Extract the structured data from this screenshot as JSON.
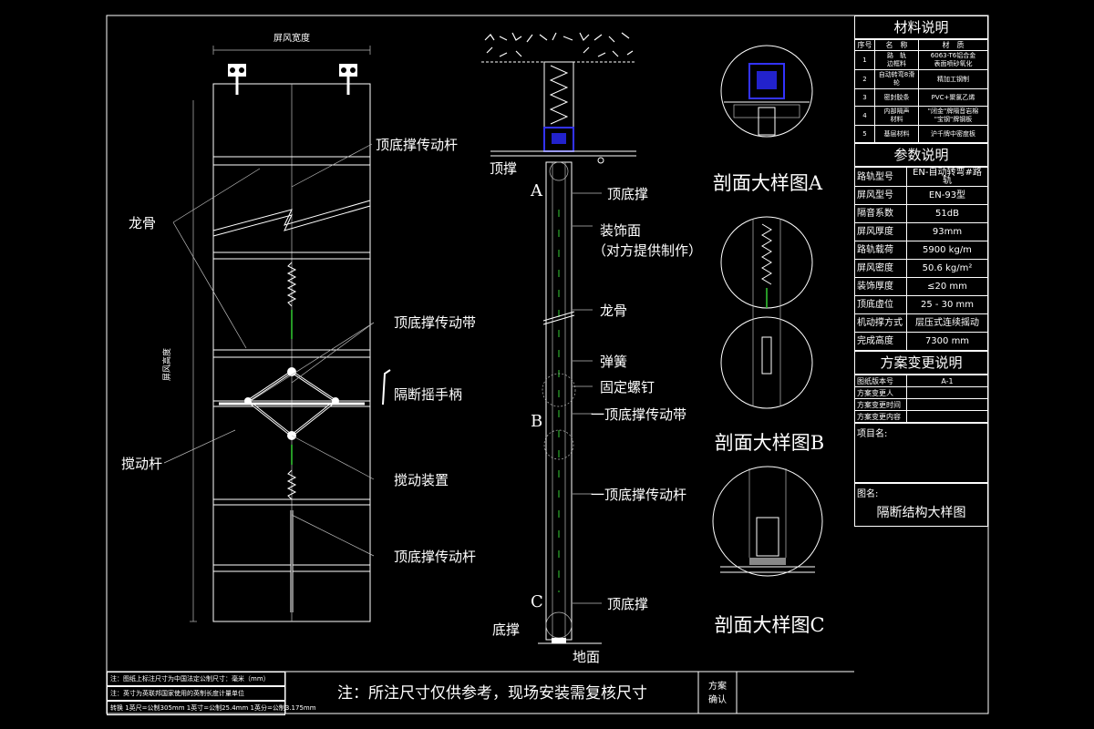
{
  "left_view": {
    "width_label": "屏风宽度",
    "height_label": "屏风高度",
    "callouts": {
      "top_bottom_rod_1": "顶底撑传动杆",
      "keel": "龙骨",
      "drive_band": "顶底撑传动带",
      "crank_handle": "隔断摇手柄",
      "stir_rod": "搅动杆",
      "stir_device": "搅动装置",
      "top_bottom_rod_2": "顶底撑传动杆"
    }
  },
  "mid_view": {
    "callouts": {
      "top_brace_left": "顶撑",
      "top_bottom_brace_1": "顶底撑",
      "decor_face": "装饰面",
      "decor_face_note": "（对方提供制作）",
      "keel": "龙骨",
      "spring": "弹簧",
      "fixing_screw": "固定螺钉",
      "drive_band": "一顶底撑传动带",
      "drive_rod": "一顶底撑传动杆",
      "top_bottom_brace_2": "顶底撑",
      "bottom_brace": "底撑",
      "ground": "地面"
    },
    "markers": {
      "a": "A",
      "b": "B",
      "c": "C"
    }
  },
  "detail_views": {
    "a": "剖面大样图A",
    "b": "剖面大样图B",
    "c": "剖面大样图C"
  },
  "title_block": {
    "materials": {
      "title": "材料说明",
      "headers": [
        "序号",
        "名　称",
        "材　质"
      ],
      "rows": [
        [
          "1",
          "路　轨\n边框料",
          "6063-T6铝合金\n表面喷砂氧化"
        ],
        [
          "2",
          "自动转弯8滑轮",
          "精加工钢制"
        ],
        [
          "3",
          "密封胶条",
          "PVC+聚氯乙烯"
        ],
        [
          "4",
          "内部隔声\n材料",
          "\"闭金\"牌隔音岩棉\n\"宝钢\"牌钢板"
        ],
        [
          "5",
          "基层材料",
          "沪千牌中密度板"
        ]
      ]
    },
    "params": {
      "title": "参数说明",
      "rows": [
        [
          "路轨型号",
          "EN-自动转弯#路轨"
        ],
        [
          "屏风型号",
          "EN-93型"
        ],
        [
          "隔音系数",
          "51dB"
        ],
        [
          "屏风厚度",
          "93mm"
        ],
        [
          "路轨载荷",
          "5900 kg/m"
        ],
        [
          "屏风密度",
          "50.6 kg/m²"
        ],
        [
          "装饰厚度",
          "≤20 mm"
        ],
        [
          "顶底虚位",
          "25 - 30 mm"
        ],
        [
          "机动撑方式",
          "层压式连续摇动"
        ],
        [
          "完成高度",
          "7300 mm"
        ]
      ]
    },
    "changes": {
      "title": "方案变更说明",
      "rows": [
        [
          "图纸版本号",
          "A-1"
        ],
        [
          "方案变更人",
          ""
        ],
        [
          "方案变更时间",
          ""
        ],
        [
          "方案变更内容",
          ""
        ]
      ]
    },
    "project_label": "项目名:",
    "drawing_label": "图名:",
    "drawing_name": "隔断结构大样图"
  },
  "bottom": {
    "notes": [
      "注：图纸上标注尺寸为中国法定公制尺寸：毫米（mm）",
      "注：英寸为英联邦国家使用的英制长度计量单位",
      "转换  1英尺=公制305mm  1英寸=公制25.4mm  1英分=公制3.175mm"
    ],
    "main_note": "注：所注尺寸仅供参考，现场安装需复核尺寸",
    "confirm_label_1": "方案",
    "confirm_label_2": "确认"
  }
}
